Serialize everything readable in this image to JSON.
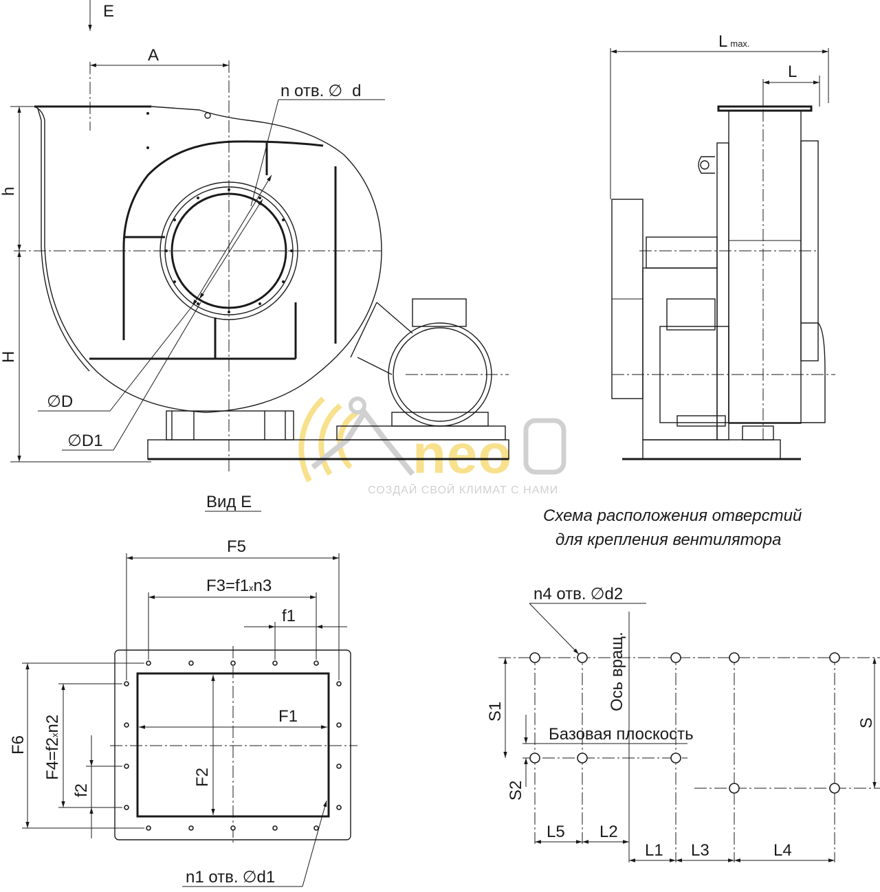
{
  "labels": {
    "E": "E",
    "A": "A",
    "n_holes": "n отв.",
    "d": "d",
    "h": "h",
    "H": "H",
    "D": "D",
    "D1": "D1",
    "Lmax_main": "L",
    "Lmax_sub": "max.",
    "L": "L",
    "view_E": "Вид Е",
    "F5": "F5",
    "F3": "F3=f1",
    "F3_x": "x",
    "F3_n": "n3",
    "f1": "f1",
    "F1": "F1",
    "F2": "F2",
    "F6": "F6",
    "F4": "F4=f2",
    "F4_x": "x",
    "F4_n": "n2",
    "f2": "f2",
    "n1_holes": "n1 отв.",
    "d1": "d1",
    "n4_holes": "n4 отв.",
    "d2": "d2",
    "rot_axis": "Ось вращ.",
    "base_plane": "Базовая плоскость",
    "S": "S",
    "S1": "S1",
    "S2": "S2",
    "L1": "L1",
    "L2": "L2",
    "L3": "L3",
    "L4": "L4",
    "L5": "L5",
    "dia_symbol": "∅"
  },
  "caption": {
    "line1": "Схема расположения отверстий",
    "line2": "для крепления вентилятора"
  },
  "watermark": {
    "brand": "neo",
    "tagline": "СОЗДАЙ СВОЙ КЛИМАТ С НАМИ",
    "colors": {
      "yellow": "#f7dc7a",
      "gray": "#c8c8c8"
    }
  },
  "colors": {
    "ink": "#1a1a1a",
    "background": "#ffffff"
  }
}
